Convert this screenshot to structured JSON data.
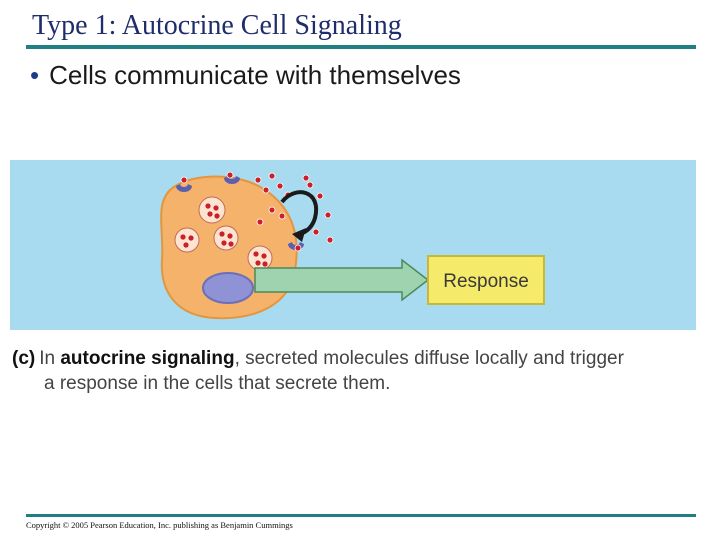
{
  "slide": {
    "title": "Type 1: Autocrine Cell Signaling",
    "bullet": "Cells communicate with themselves"
  },
  "figure": {
    "response_label": "Response",
    "caption_label": "(c)",
    "caption_pre": "In ",
    "caption_term": "autocrine signaling",
    "caption_post": ", secreted molecules diffuse locally and trigger",
    "caption_line2": "a response in the cells that secrete them."
  },
  "footer": {
    "copyright": "Copyright © 2005 Pearson Education, Inc. publishing as Benjamin Cummings"
  },
  "colors": {
    "title_text": "#1f2d6b",
    "rule": "#1f7f83",
    "panel_background": "#a8dbf0",
    "cell_fill": "#f5b26b",
    "nucleus": "#8f93d6",
    "receptor": "#5b5fb0",
    "molecule": "#cc1f2a",
    "arrow_fill": "#9fd3b0",
    "response_box": "#f5ea6a"
  }
}
